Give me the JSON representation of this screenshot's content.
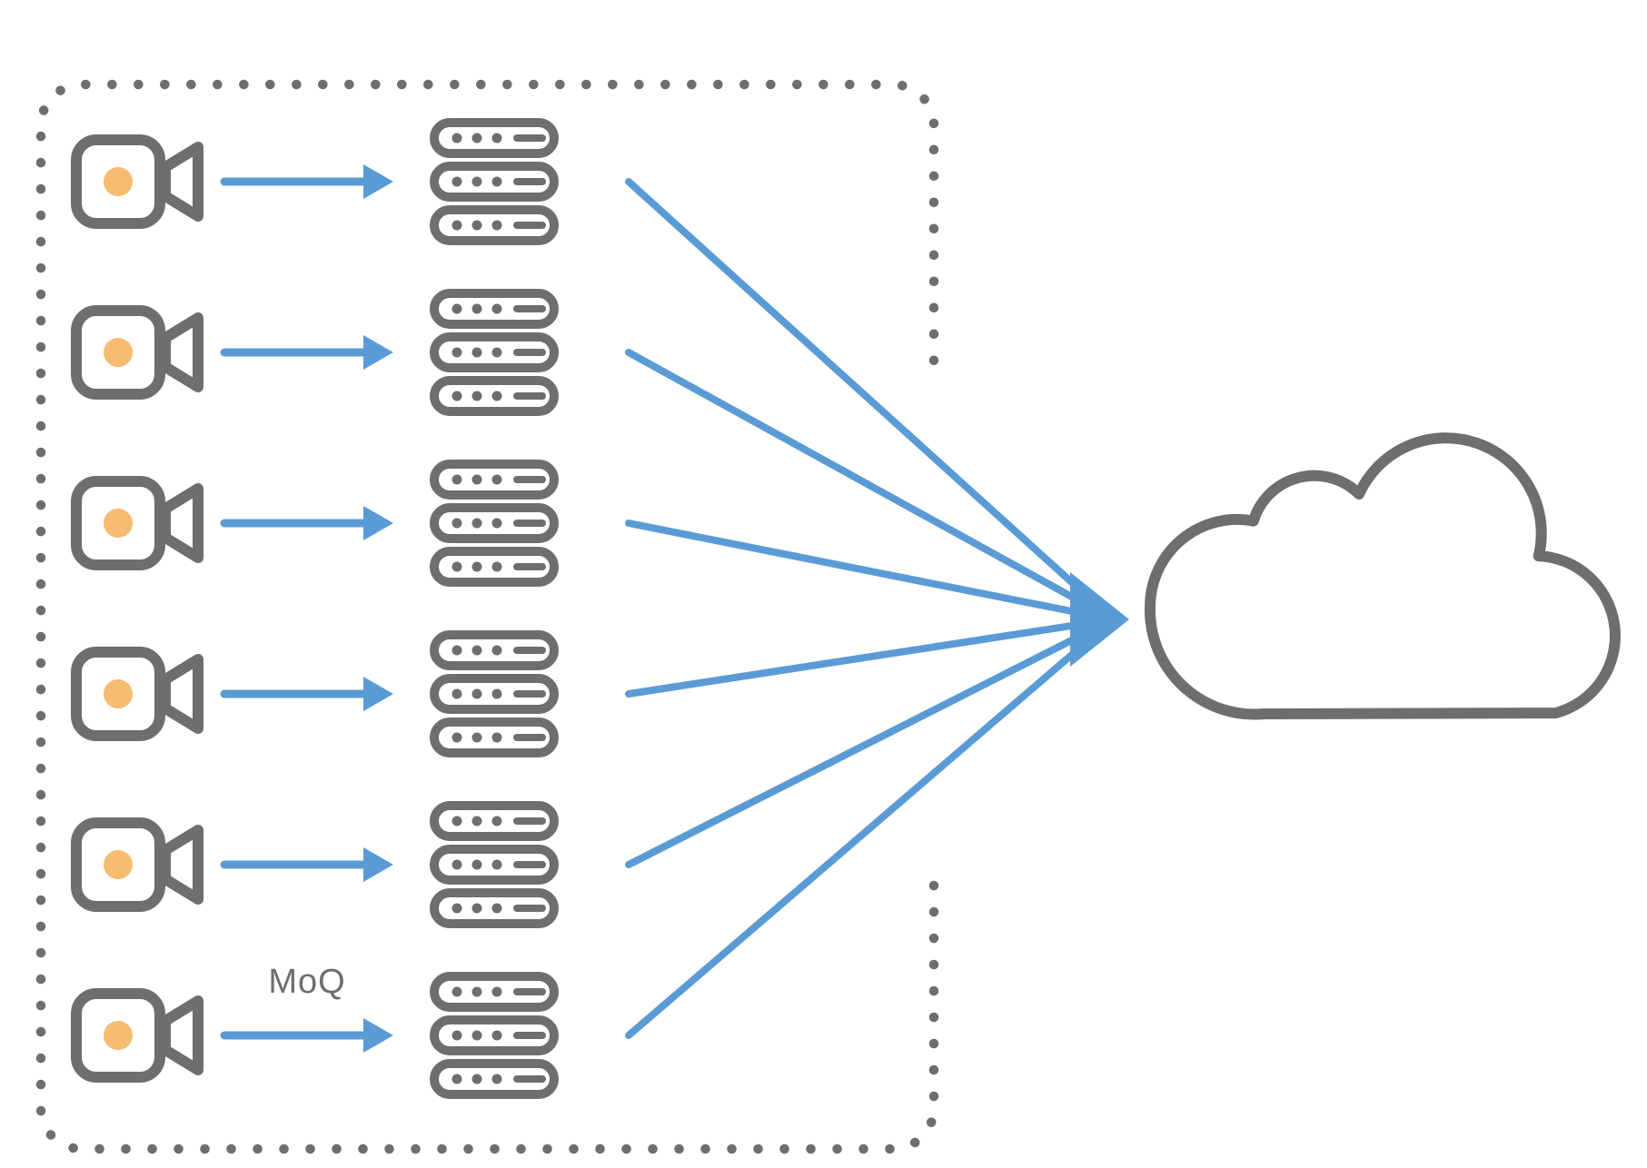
{
  "diagram": {
    "kind": "fan-in topology",
    "description_visible_text_only": true,
    "rows": [
      {
        "source": "video-camera",
        "relay": "server-stack"
      },
      {
        "source": "video-camera",
        "relay": "server-stack"
      },
      {
        "source": "video-camera",
        "relay": "server-stack"
      },
      {
        "source": "video-camera",
        "relay": "server-stack"
      },
      {
        "source": "video-camera",
        "relay": "server-stack"
      },
      {
        "source": "video-camera",
        "relay": "server-stack"
      }
    ],
    "destination": "cloud"
  },
  "labels": {
    "moq": "MoQ"
  },
  "icons": {
    "source": "video-camera-icon",
    "relay": "server-stack-icon",
    "flow": "arrow-right-icon",
    "convergence": "arrowhead-icon",
    "destination": "cloud-icon",
    "boundary": "dotted-rounded-box"
  },
  "colors": {
    "gray": "#6e6e6e",
    "blue": "#5b9bd5",
    "orange": "#f5bc72",
    "white": "#ffffff"
  }
}
